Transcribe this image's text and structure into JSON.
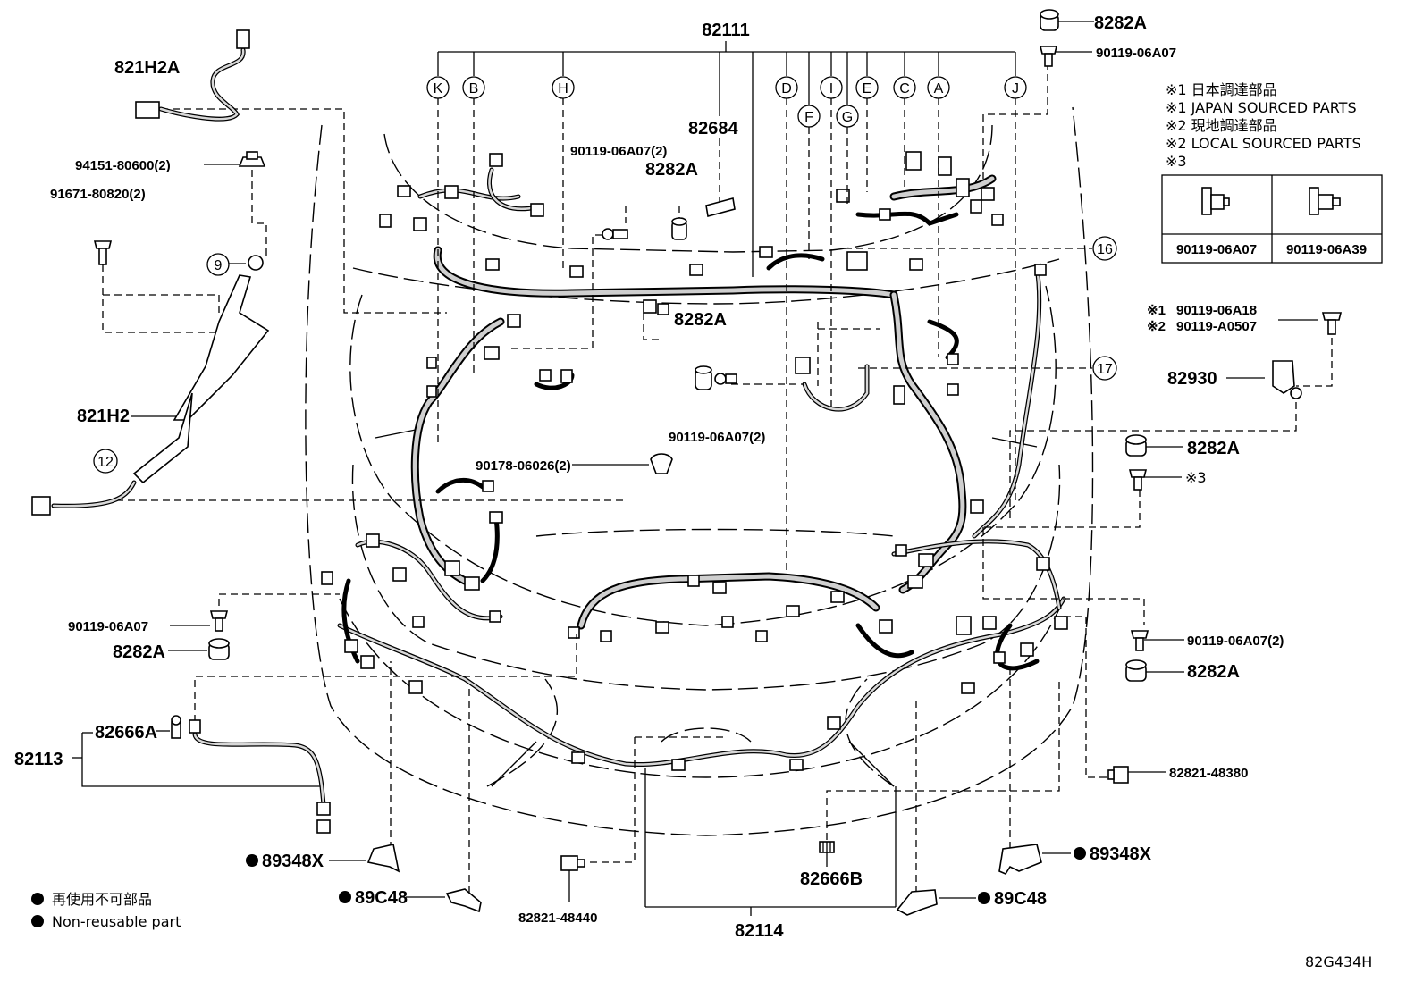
{
  "diagram_code": "82G434H",
  "top_label": "82111",
  "letter_markers": [
    "K",
    "B",
    "H",
    "D",
    "F",
    "I",
    "G",
    "E",
    "C",
    "A",
    "J"
  ],
  "number_markers": [
    "9",
    "12",
    "16",
    "17"
  ],
  "part_labels": {
    "p821H2A": "821H2A",
    "p94151": "94151-80600(2)",
    "p91671": "91671-80820(2)",
    "p821H2": "821H2",
    "p82684": "82684",
    "p90119a2": "90119-06A07(2)",
    "p8282A_top_center": "8282A",
    "p8282A_mid": "8282A",
    "p90119b2": "90119-06A07(2)",
    "p90178": "90178-06026(2)",
    "p8282A_topright": "8282A",
    "p90119_topright": "90119-06A07",
    "p90119_a18": "90119-06A18",
    "p90119_a0507": "90119-A0507",
    "p82930": "82930",
    "p8282A_right1": "8282A",
    "p_star3": "※3",
    "p90119_right2": "90119-06A07(2)",
    "p8282A_right2": "8282A",
    "p82821_48380": "82821-48380",
    "p89348X_right": "89348X",
    "p89C48_right": "89C48",
    "p82666B": "82666B",
    "p82114": "82114",
    "p82821_48440": "82821-48440",
    "p89C48_left": "89C48",
    "p89348X_left": "89348X",
    "p90119_left": "90119-06A07",
    "p8282A_left": "8282A",
    "p82666A": "82666A",
    "p82113": "82113"
  },
  "legend_notes": {
    "n1": "※1 日本調達部品",
    "n2": "※1 JAPAN SOURCED PARTS",
    "n3": "※2 現地調達部品",
    "n4": "※2 LOCAL SOURCED PARTS",
    "n5": "※3",
    "star1": "※1",
    "star2": "※2"
  },
  "star3_table": {
    "left": "90119-06A07",
    "right": "90119-06A39"
  },
  "footnotes": {
    "jp": "再使用不可部品",
    "en": "Non-reusable part"
  }
}
